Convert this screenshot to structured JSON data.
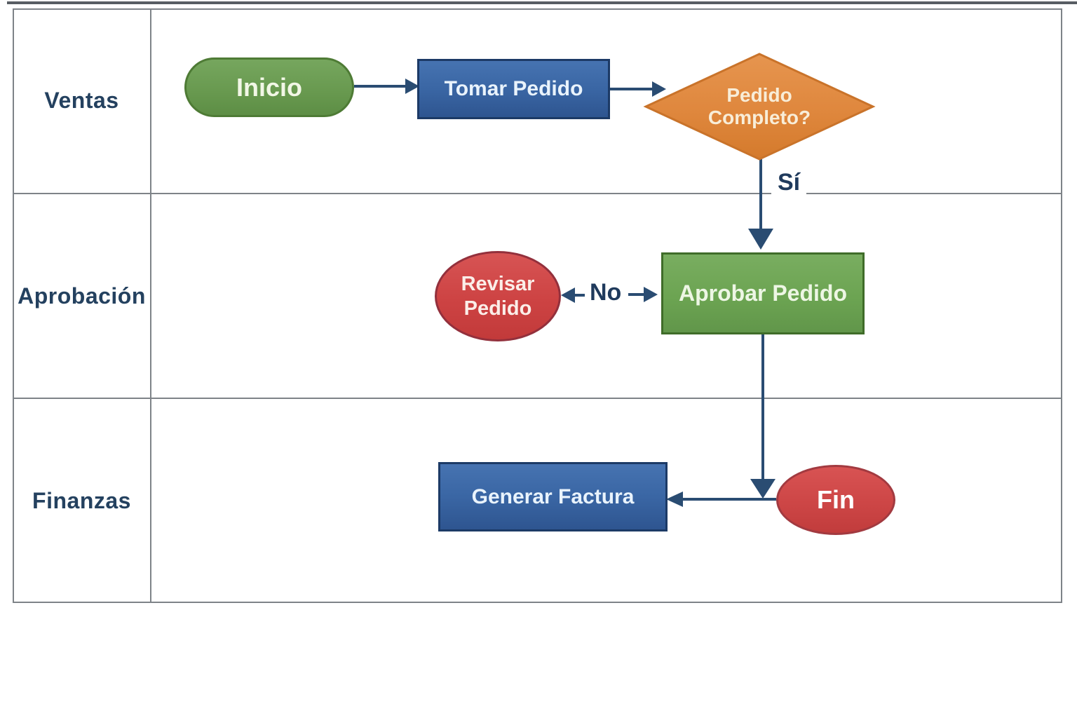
{
  "swimlane": {
    "lanes": [
      {
        "id": "ventas",
        "label": "Ventas"
      },
      {
        "id": "aprobacion",
        "label": "Aprobación"
      },
      {
        "id": "finanzas",
        "label": "Finanzas"
      }
    ]
  },
  "nodes": {
    "inicio": {
      "label": "Inicio",
      "shape": "rounded-start",
      "lane": "Ventas",
      "fill": "#6A9B51"
    },
    "tomar_pedido": {
      "label": "Tomar Pedido",
      "shape": "process-rect",
      "lane": "Ventas",
      "fill": "#3A66A4"
    },
    "pedido_completo": {
      "line1": "Pedido",
      "line2": "Completo?",
      "shape": "decision-diamond",
      "lane": "Ventas",
      "fill": "#DF873D"
    },
    "aprobar_pedido": {
      "label": "Aprobar Pedido",
      "shape": "process-rect",
      "lane": "Aprobación",
      "fill": "#6CA452"
    },
    "revisar_pedido": {
      "line1": "Revisar",
      "line2": "Pedido",
      "shape": "ellipse",
      "lane": "Aprobación",
      "fill": "#CD4343"
    },
    "generar_factura": {
      "label": "Generar Factura",
      "shape": "process-rect",
      "lane": "Finanzas",
      "fill": "#3A66A4"
    },
    "fin": {
      "label": "Fin",
      "shape": "ellipse-end",
      "lane": "Finanzas",
      "fill": "#CD4646"
    }
  },
  "edge_labels": {
    "si": "Sí",
    "no": "No"
  },
  "colors": {
    "arrow": "#2A4C72",
    "lane_border": "#7E8388",
    "lane_label_text": "#24415F",
    "background": "#FFFFFF"
  }
}
